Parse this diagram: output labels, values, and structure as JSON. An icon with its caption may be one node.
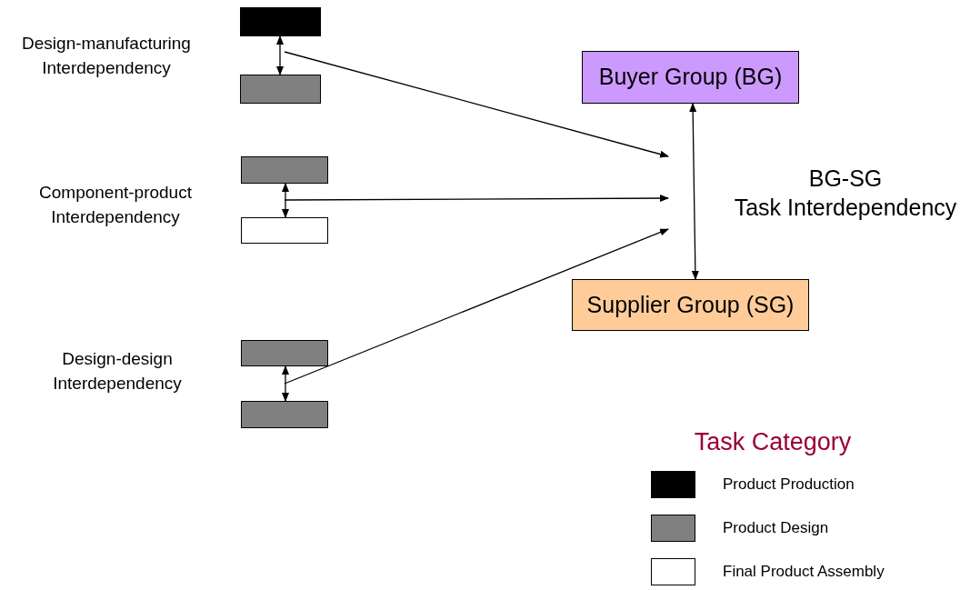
{
  "diagram": {
    "nodes": [
      {
        "text": [],
        "shape": "box"
      },
      {
        "text": [],
        "shape": "box"
      },
      {
        "text": [],
        "shape": "box"
      },
      {
        "text": [],
        "shape": "box"
      },
      {
        "text": [],
        "shape": "box"
      },
      {
        "text": [],
        "shape": "box"
      },
      {
        "text": [
          "Buyer Group (BG)"
        ]
      },
      {
        "text": [
          "BG-SG",
          "Task Interdependency"
        ]
      },
      {
        "text": [
          "Supplier Group (SG)"
        ]
      }
    ],
    "edges": [
      {
        "from": 0,
        "to": 1,
        "arrow": "both"
      },
      {
        "from": 2,
        "to": 3,
        "arrow": "both"
      },
      {
        "from": 4,
        "to": 5,
        "arrow": "both"
      },
      {
        "from": null,
        "to": 7,
        "arrow": "to"
      },
      {
        "from": null,
        "to": 7,
        "arrow": "to"
      },
      {
        "from": null,
        "to": 7,
        "arrow": "to"
      },
      {
        "from": 6,
        "to": 8,
        "arrow": "both"
      }
    ],
    "labels": [
      "Design-manufacturing Interdependency",
      "Component-product Interdependency",
      "Design-design Interdependency",
      "Task Category"
    ],
    "legend": [
      {
        "text": "Product Production",
        "color": "#000000"
      },
      {
        "text": "Product Design",
        "color": "#808080"
      },
      {
        "text": "Final Product Assembly",
        "color": "#ffffff"
      }
    ]
  }
}
